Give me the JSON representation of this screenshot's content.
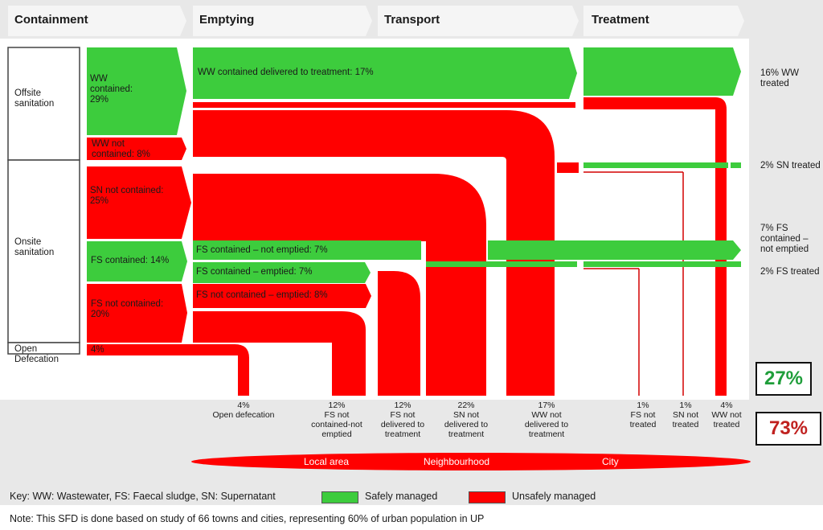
{
  "headers": {
    "containment": "Containment",
    "emptying": "Emptying",
    "transport": "Transport",
    "treatment": "Treatment"
  },
  "row_labels": {
    "offsite": "Offsite sanitation",
    "onsite": "Onsite sanitation",
    "open": "Open Defecation"
  },
  "containment_labels": {
    "ww_contained": "WW contained: 29%",
    "ww_not_contained": "WW not contained: 8%",
    "sn_not_contained": "SN not contained: 25%",
    "fs_contained": "FS contained: 14%",
    "fs_not_contained": "FS not contained: 20%",
    "open_def": "4%"
  },
  "flow_labels": {
    "ww_delivered": "WW contained delivered to treatment: 17%",
    "fs_not_emptied": "FS contained – not emptied: 7%",
    "fs_emptied": "FS contained – emptied: 7%",
    "fs_nc_emptied": "FS not contained – emptied: 8%"
  },
  "right_stats": {
    "ww_treated": "16% WW treated",
    "sn_treated": "2% SN treated",
    "fs_not_emptied": "7% FS contained – not emptied",
    "fs_treated": "2% FS treated"
  },
  "totals": {
    "safe": "27%",
    "unsafe": "73%",
    "safe_color": "#1f9e3a",
    "unsafe_color": "#c0211f"
  },
  "bottom_labels": [
    {
      "pct": "4%",
      "text": "Open defecation"
    },
    {
      "pct": "12%",
      "text": "FS not contained-not emptied"
    },
    {
      "pct": "12%",
      "text": "FS not delivered to treatment"
    },
    {
      "pct": "22%",
      "text": "SN not delivered to treatment"
    },
    {
      "pct": "17%",
      "text": "WW not delivered to treatment"
    },
    {
      "pct": "1%",
      "text": "FS not treated"
    },
    {
      "pct": "1%",
      "text": "SN not treated"
    },
    {
      "pct": "4%",
      "text": "WW not treated"
    }
  ],
  "zones": {
    "local": "Local area",
    "neighbourhood": "Neighbourhood",
    "city": "City"
  },
  "key": {
    "text": "Key: WW: Wastewater, FS: Faecal sludge, SN: Supernatant",
    "safe": "Safely managed",
    "unsafe": "Unsafely managed",
    "safe_color": "#3dcc3d",
    "unsafe_color": "#ff0000"
  },
  "note": "Note: This SFD is done based on study of 66 towns and cities, representing 60% of urban population in UP"
}
